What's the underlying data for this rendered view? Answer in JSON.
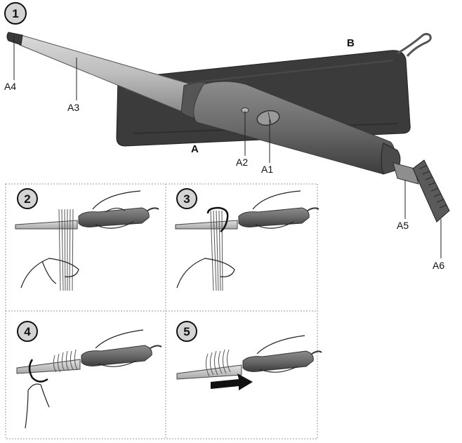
{
  "steps": [
    "1",
    "2",
    "3",
    "4",
    "5"
  ],
  "labels": {
    "a1": "A1",
    "a2": "A2",
    "a3": "A3",
    "a4": "A4",
    "a5": "A5",
    "a6": "A6",
    "a": "A",
    "b": "B"
  },
  "colors": {
    "pouch": "#3a3a3a",
    "barrel": "#c4c4c4",
    "handle": "#6e6e6e",
    "badge": "#d4d4d4",
    "arrow": "#111111"
  }
}
